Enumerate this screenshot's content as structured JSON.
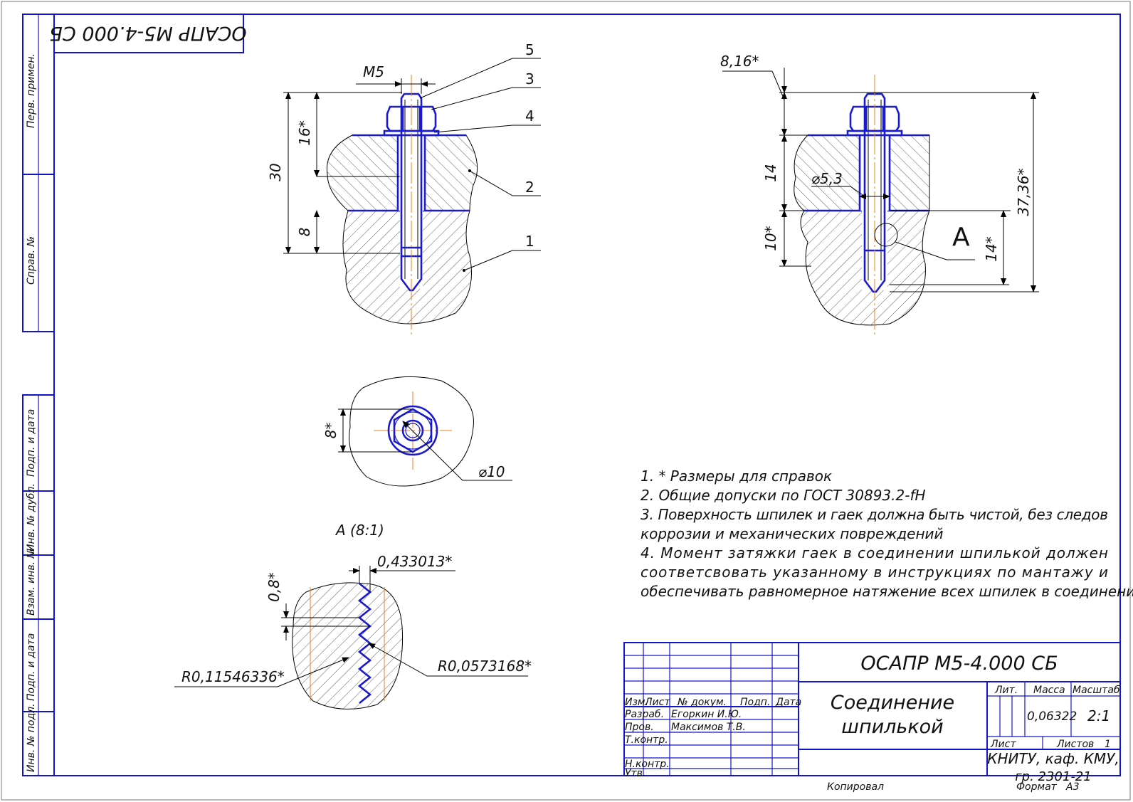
{
  "designation": "ОСАПР М5-4.000 СБ",
  "designation_rotated": "ОСАПР М5-4.000 СБ",
  "side_strip": [
    "Перв. примен.",
    "Справ. №",
    "Подп. и дата",
    "Инв. № дубл.",
    "Взам. инв. №",
    "Подп. и дата",
    "Инв. № подл."
  ],
  "positions": [
    "5",
    "3",
    "4",
    "2",
    "1"
  ],
  "dims_main": {
    "thread": "М5",
    "total": "30",
    "top": "16*",
    "bottom": "8"
  },
  "dims_right": {
    "top_star": "8,16*",
    "mid": "14",
    "diameter": "⌀5,3",
    "low": "10*",
    "right": "37,36*",
    "inner": "14*",
    "callout": "А"
  },
  "dims_plan": {
    "width": "8*",
    "diameter": "⌀10"
  },
  "detail": {
    "title": "А (8:1)",
    "pitch": "0,433013*",
    "depth": "0,8*",
    "r_left": "R0,11546336*",
    "r_right": "R0,0573168*"
  },
  "notes": [
    "1.  * Размеры для справок",
    "2. Общие допуски по ГОСТ 30893.2-fH",
    "3. Поверхность шпилек и гаек должна быть чистой, без следов",
    "коррозии и механических повреждений",
    "4. Момент затяжки гаек в соединении шпилькой должен",
    "соответсвовать указанному в инструкциях по мантажу и",
    "обеспечивать равномерное натяжение всех шпилек в соединении"
  ],
  "title_block": {
    "designation": "ОСАПР М5-4.000 СБ",
    "name_line1": "Соединение",
    "name_line2": "шпилькой",
    "col_izm": "Изм.",
    "col_list": "Лист",
    "col_doc": "№ докум.",
    "col_podp": "Подп.",
    "col_data": "Дата",
    "razrab_label": "Разраб.",
    "razrab_name": "Егоркин И.Ю.",
    "prov_label": "Пров.",
    "prov_name": "Максимов Т.В.",
    "tkontr_label": "Т.контр.",
    "nkontr_label": "Н.контр.",
    "utv_label": "Утв.",
    "lit_label": "Лит.",
    "mass_label": "Масса",
    "scale_label": "Масштаб",
    "mass": "0,06322",
    "scale": "2:1",
    "sheet_label": "Лист",
    "sheets_label": "Листов",
    "sheets": "1",
    "org_line1": "КНИТУ, каф. КМУ,",
    "org_line2": "гр. 2301-21",
    "copied": "Копировал",
    "format_label": "Формат",
    "format": "А3"
  },
  "colors": {
    "frame": "#1414c8",
    "axis": "#e8821c",
    "part": "#1a1ad0"
  }
}
